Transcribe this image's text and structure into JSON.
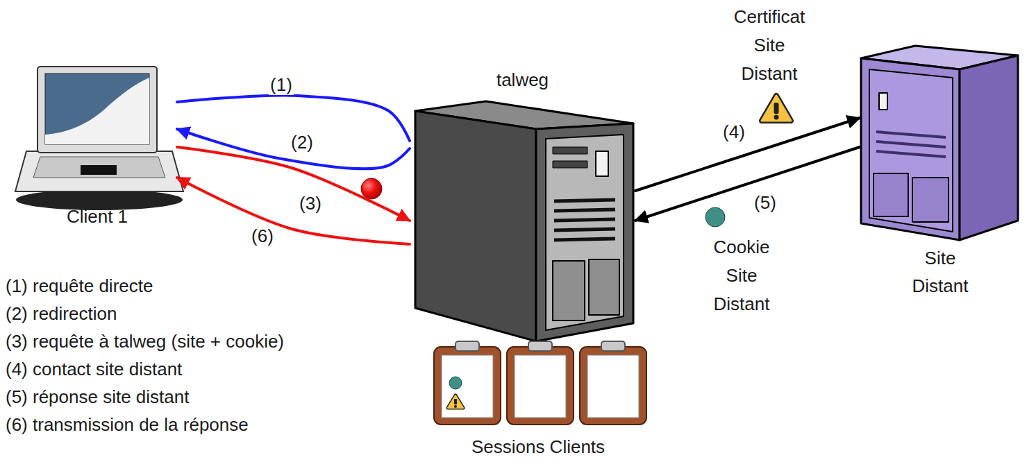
{
  "diagram": {
    "nodes": [
      {
        "text": [
          "Client 1"
        ]
      },
      {
        "text": [
          "talweg"
        ]
      },
      {
        "text": [
          "Site Distant"
        ]
      }
    ],
    "edges": [
      {
        "from": 0,
        "to": 1,
        "label": "(1)",
        "arrow": "none"
      },
      {
        "from": 1,
        "to": 0,
        "label": "(2)",
        "arrow": "to"
      },
      {
        "from": 0,
        "to": 1,
        "label": "(3)",
        "arrow": "to"
      },
      {
        "from": 1,
        "to": 0,
        "label": "(6)",
        "arrow": "to"
      },
      {
        "from": 1,
        "to": 2,
        "label": "(4)",
        "arrow": "to"
      },
      {
        "from": 2,
        "to": 1,
        "label": "(5)",
        "arrow": "to"
      }
    ],
    "labels": [
      "Certificat Site Distant",
      "Cookie Site Distant",
      "Sessions Clients",
      "(1) requête directe",
      "(2) redirection",
      "(3) requête à talweg (site + cookie)",
      "(4) contact site distant",
      "(5) réponse site distant",
      "(6) transmission de la réponse"
    ]
  }
}
